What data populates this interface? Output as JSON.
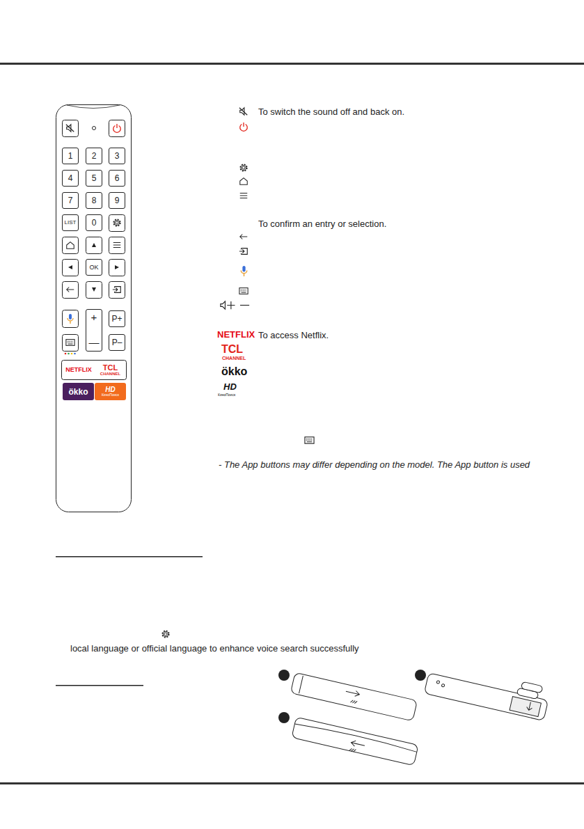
{
  "diagram": {
    "nodes": [
      {
        "text": [
          "1"
        ]
      },
      {
        "text": [
          "2"
        ]
      },
      {
        "text": [
          "3"
        ]
      },
      {
        "text": [
          "4"
        ]
      },
      {
        "text": [
          "5"
        ]
      },
      {
        "text": [
          "6"
        ]
      },
      {
        "text": [
          "7"
        ]
      },
      {
        "text": [
          "8"
        ]
      },
      {
        "text": [
          "9"
        ]
      },
      {
        "text": [
          "LIST"
        ]
      },
      {
        "text": [
          "0"
        ]
      },
      {
        "text": [
          "OK"
        ]
      },
      {
        "text": [
          "+",
          "—"
        ]
      },
      {
        "text": [
          "P+"
        ]
      },
      {
        "text": [
          "P–"
        ]
      },
      {
        "text": [
          "NETFLIX"
        ]
      },
      {
        "text": [
          "TCL",
          "CHANNEL"
        ]
      },
      {
        "text": [
          "ökko"
        ]
      },
      {
        "text": [
          "HD",
          "КиноПоиск"
        ]
      }
    ],
    "labels": [
      "To switch the sound off and back on.",
      "To confirm an entry or selection.",
      "NETFLIX",
      "To access Netflix.",
      "TCL",
      "CHANNEL",
      "ökko",
      "HD",
      "КиноПоиск",
      "- The App buttons may differ depending on the model. The App button is used",
      "local language or official language to enhance voice search successfully"
    ]
  }
}
